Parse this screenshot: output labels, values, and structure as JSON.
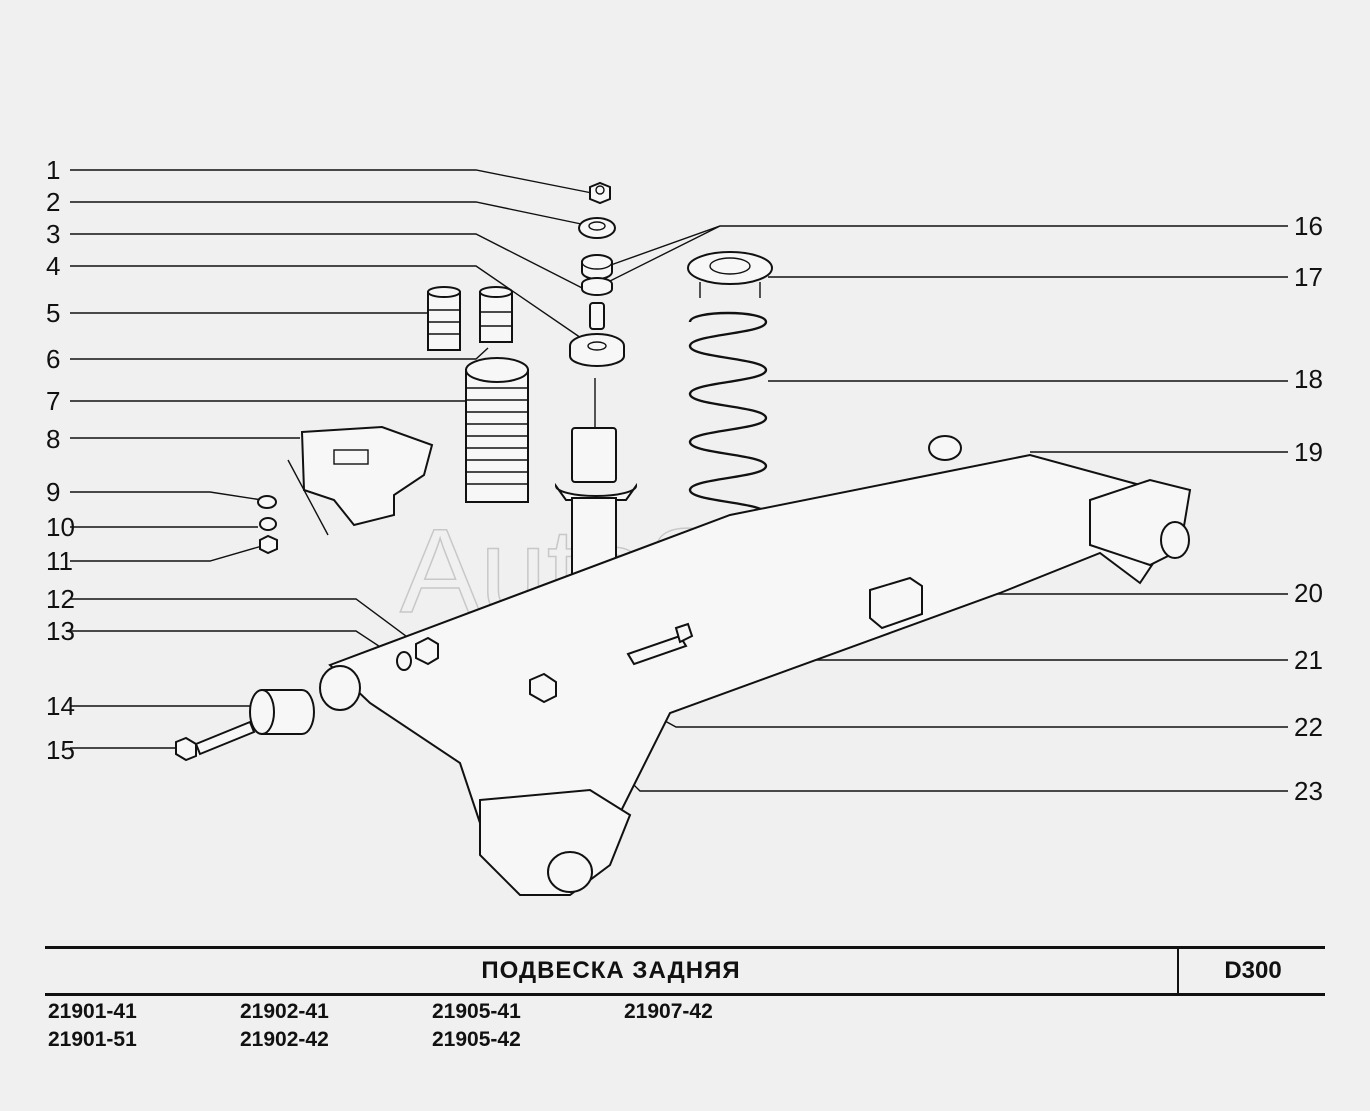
{
  "callouts_left": [
    "1",
    "2",
    "3",
    "4",
    "5",
    "6",
    "7",
    "8",
    "9",
    "10",
    "11",
    "12",
    "13",
    "14",
    "15"
  ],
  "callouts_right": [
    "16",
    "17",
    "18",
    "19",
    "20",
    "21",
    "22",
    "23"
  ],
  "watermark": "AutoSoft",
  "title_block": {
    "title": "ПОДВЕСКА   ЗАДНЯЯ",
    "code": "D300"
  },
  "models": [
    [
      "21901-41",
      "21901-51"
    ],
    [
      "21902-41",
      "21902-42"
    ],
    [
      "21905-41",
      "21905-42"
    ],
    [
      "21907-42"
    ]
  ]
}
